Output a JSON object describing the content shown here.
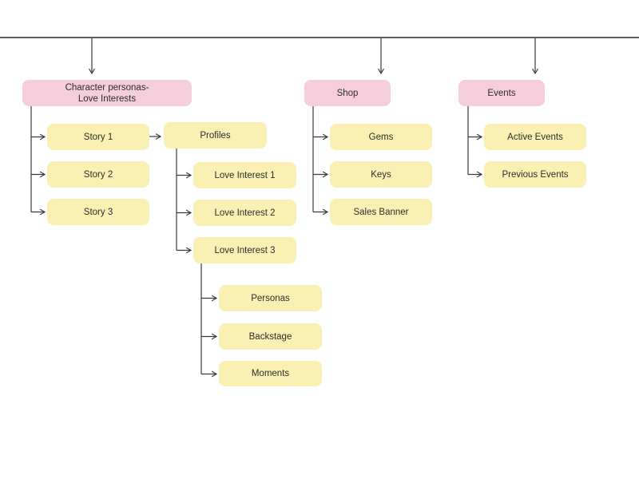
{
  "styles": {
    "category_fill": "#f5cedb",
    "page_fill": "#fbf0b4",
    "connector_color": "#3b3b3b",
    "top_line_color": "#5b5b5b",
    "text_color": "#2d2d2d"
  },
  "sections": {
    "characters": {
      "root_label": "Character personas-\nLove Interests",
      "stories": [
        "Story 1",
        "Story 2",
        "Story 3"
      ],
      "profiles_label": "Profiles",
      "love_interests": [
        "Love Interest 1",
        "Love Interest 2",
        "Love Interest 3"
      ],
      "love_interest_3_children": [
        "Personas",
        "Backstage",
        "Moments"
      ]
    },
    "shop": {
      "root_label": "Shop",
      "children": [
        "Gems",
        "Keys",
        "Sales Banner"
      ]
    },
    "events": {
      "root_label": "Events",
      "children": [
        "Active Events",
        "Previous Events"
      ]
    }
  }
}
